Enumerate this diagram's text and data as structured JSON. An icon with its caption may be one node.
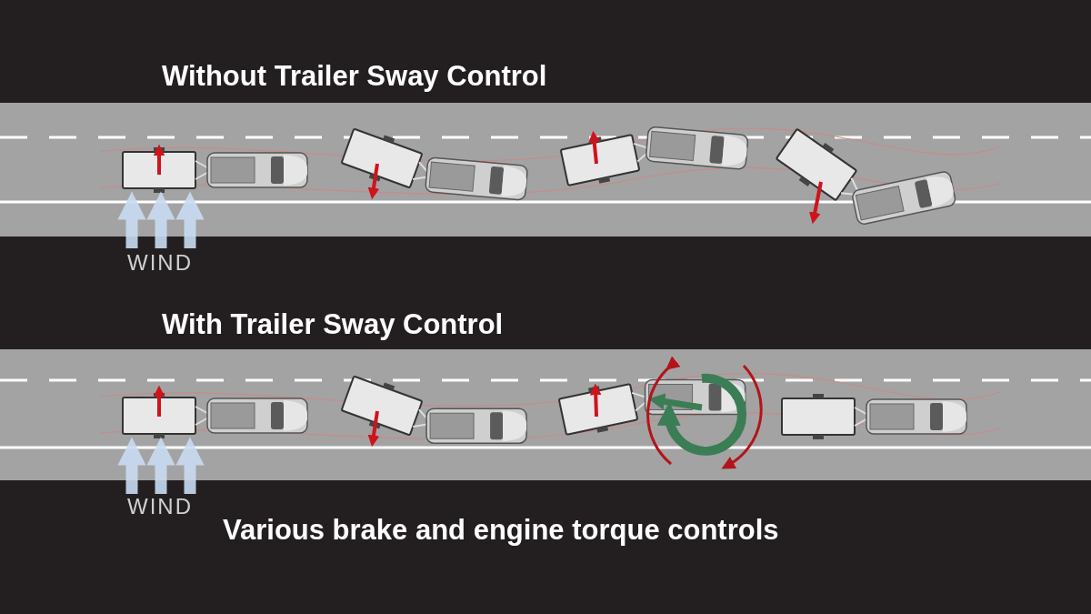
{
  "diagram": {
    "labels": [
      "Without Trailer Sway Control",
      "WIND",
      "With Trailer Sway Control",
      "WIND",
      "Various brake and engine torque controls"
    ]
  }
}
